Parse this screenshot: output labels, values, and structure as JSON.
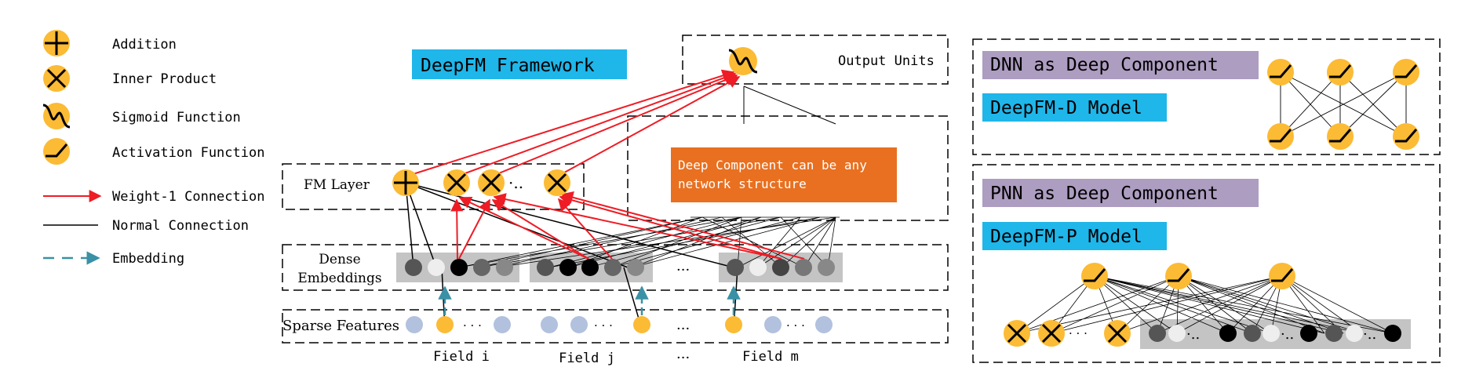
{
  "legend": {
    "addition": "Addition",
    "inner_product": "Inner Product",
    "sigmoid": "Sigmoid Function",
    "activation": "Activation Function",
    "weight1": "Weight-1 Connection",
    "normal": "Normal Connection",
    "embedding": "Embedding"
  },
  "main": {
    "framework_title": "DeepFM Framework",
    "output_units": "Output Units",
    "fm_layer": "FM Layer",
    "dense_line1": "Dense",
    "dense_line2": "Embeddings",
    "sparse_features": "Sparse Features",
    "deep_note_line1": "Deep Component can be any",
    "deep_note_line2": "network structure",
    "field_i": "Field i",
    "field_j": "Field j",
    "field_m": "Field m",
    "ellipsis": "···",
    "dots": "·..",
    "dots2": "· · ·"
  },
  "dnn_panel": {
    "title": "DNN as Deep Component",
    "model": "DeepFM-D Model"
  },
  "pnn_panel": {
    "title": "PNN as Deep Component",
    "model": "DeepFM-P Model"
  },
  "colors": {
    "node_orange": "#fbbb35",
    "weight_red": "#ee1c25",
    "embed_blue": "#3a91a6",
    "title_blue": "#1fb6ea",
    "title_purple": "#ad9dc1",
    "note_orange": "#e87020",
    "embed_gray_bg": "#c4c4c4",
    "sparse_blue": "#b1c1de"
  }
}
